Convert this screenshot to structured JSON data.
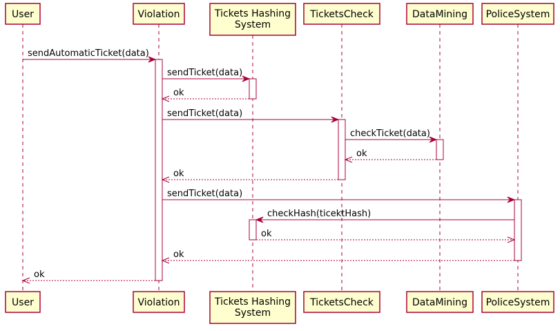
{
  "participants": [
    {
      "id": "user",
      "lines": [
        "User"
      ]
    },
    {
      "id": "violation",
      "lines": [
        "Violation"
      ]
    },
    {
      "id": "hashing",
      "lines": [
        "Tickets Hashing",
        "System"
      ]
    },
    {
      "id": "ticketscheck",
      "lines": [
        "TicketsCheck"
      ]
    },
    {
      "id": "datamining",
      "lines": [
        "DataMining"
      ]
    },
    {
      "id": "police",
      "lines": [
        "PoliceSystem"
      ]
    }
  ],
  "messages": [
    {
      "from": "user",
      "to": "violation",
      "label": "sendAutomaticTicket(data)",
      "kind": "call"
    },
    {
      "from": "violation",
      "to": "hashing",
      "label": "sendTicket(data)",
      "kind": "call"
    },
    {
      "from": "hashing",
      "to": "violation",
      "label": "ok",
      "kind": "return"
    },
    {
      "from": "violation",
      "to": "ticketscheck",
      "label": "sendTicket(data)",
      "kind": "call"
    },
    {
      "from": "ticketscheck",
      "to": "datamining",
      "label": "checkTicket(data)",
      "kind": "call"
    },
    {
      "from": "datamining",
      "to": "ticketscheck",
      "label": "ok",
      "kind": "return"
    },
    {
      "from": "ticketscheck",
      "to": "violation",
      "label": "ok",
      "kind": "return"
    },
    {
      "from": "violation",
      "to": "police",
      "label": "sendTicket(data)",
      "kind": "call"
    },
    {
      "from": "police",
      "to": "hashing",
      "label": "checkHash(ticektHash)",
      "kind": "call"
    },
    {
      "from": "hashing",
      "to": "police",
      "label": "ok",
      "kind": "return"
    },
    {
      "from": "police",
      "to": "violation",
      "label": "ok",
      "kind": "return"
    },
    {
      "from": "violation",
      "to": "user",
      "label": "ok",
      "kind": "return"
    }
  ],
  "activations": [
    {
      "participant": "violation",
      "from_msg": 0,
      "to_msg": 11
    },
    {
      "participant": "hashing",
      "from_msg": 1,
      "to_msg": 2
    },
    {
      "participant": "ticketscheck",
      "from_msg": 3,
      "to_msg": 6
    },
    {
      "participant": "datamining",
      "from_msg": 4,
      "to_msg": 5
    },
    {
      "participant": "police",
      "from_msg": 7,
      "to_msg": 10
    },
    {
      "participant": "hashing",
      "from_msg": 8,
      "to_msg": 9
    }
  ],
  "colors": {
    "border": "#A80036",
    "participant_fill": "#FEFECE",
    "activation_fill": "#FFFFFF",
    "text": "#000000"
  }
}
